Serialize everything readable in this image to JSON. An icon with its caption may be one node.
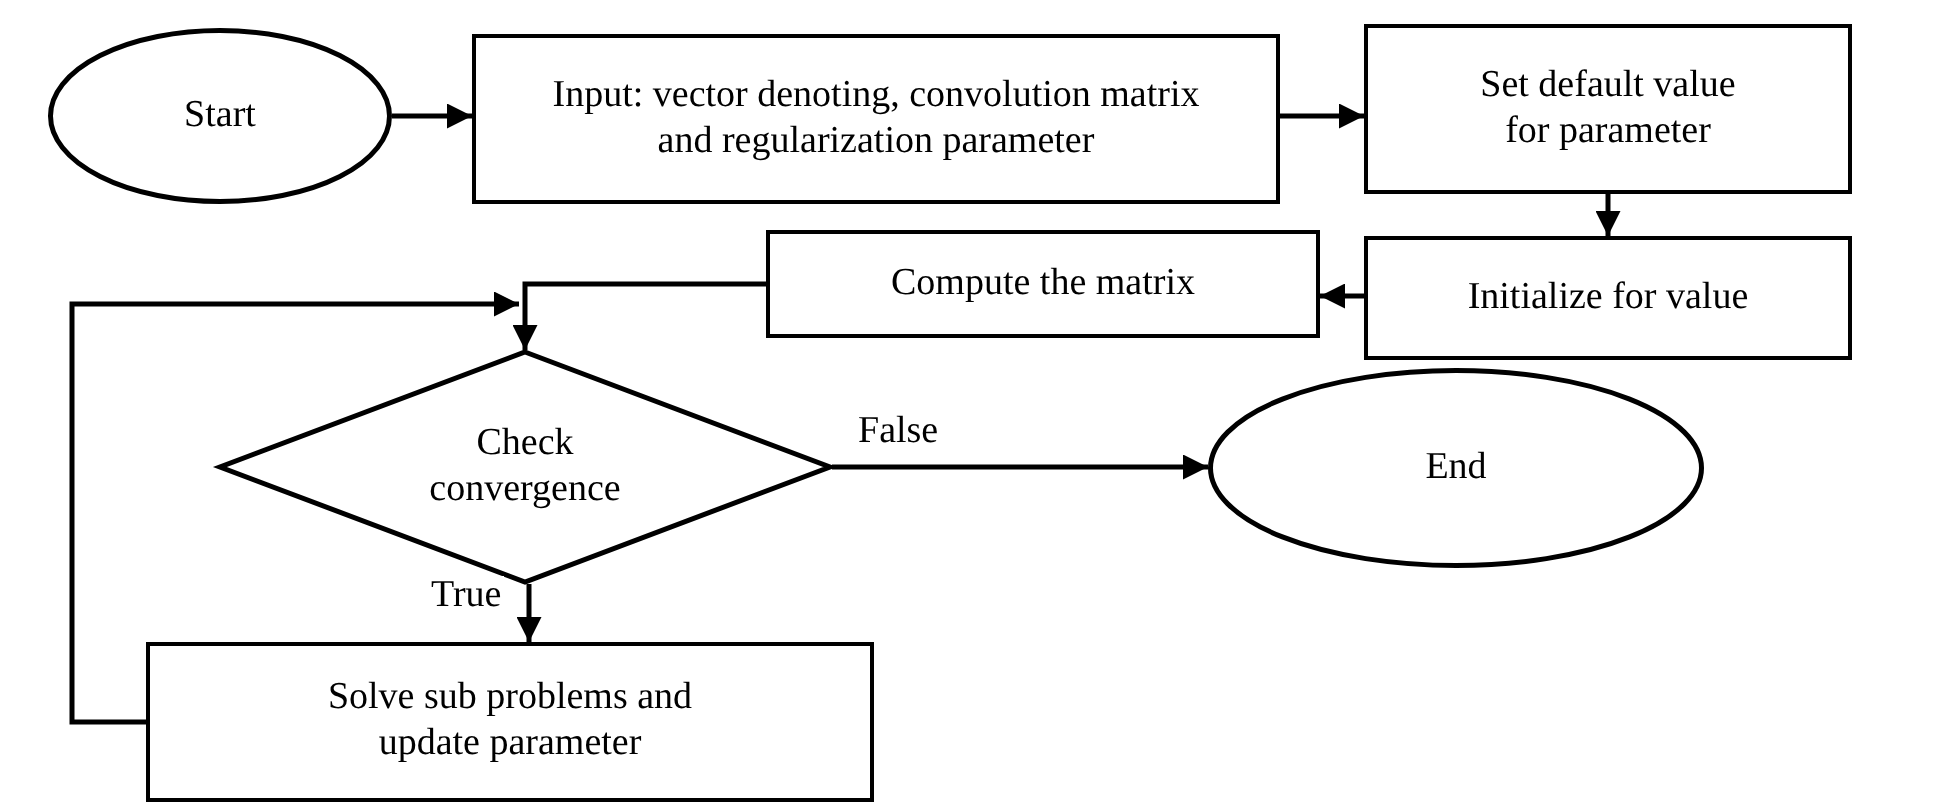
{
  "diagram": {
    "nodes": [
      {
        "text": [
          "Start"
        ]
      },
      {
        "text": [
          "Input: vector denoting, convolution matrix and regularization parameter"
        ]
      },
      {
        "text": [
          "Set default value for parameter"
        ]
      },
      {
        "text": [
          "Initialize for value"
        ]
      },
      {
        "text": [
          "Compute the matrix"
        ]
      },
      {
        "text": [
          "Check convergence"
        ]
      },
      {
        "text": [
          "End"
        ]
      },
      {
        "text": [
          "Solve sub problems and update parameter"
        ]
      }
    ],
    "edges": [
      {
        "from": 0,
        "to": 1,
        "arrow": "to"
      },
      {
        "from": 1,
        "to": 2,
        "arrow": "to"
      },
      {
        "from": 2,
        "to": 3,
        "arrow": "to"
      },
      {
        "from": 3,
        "to": 4,
        "arrow": "to"
      },
      {
        "from": 4,
        "to": 5,
        "arrow": "to"
      },
      {
        "from": 5,
        "to": 6,
        "arrow": "to",
        "label": "False"
      },
      {
        "from": 5,
        "to": 7,
        "arrow": "to",
        "label": "True"
      },
      {
        "from": 7,
        "to": 5,
        "arrow": "to"
      }
    ]
  }
}
